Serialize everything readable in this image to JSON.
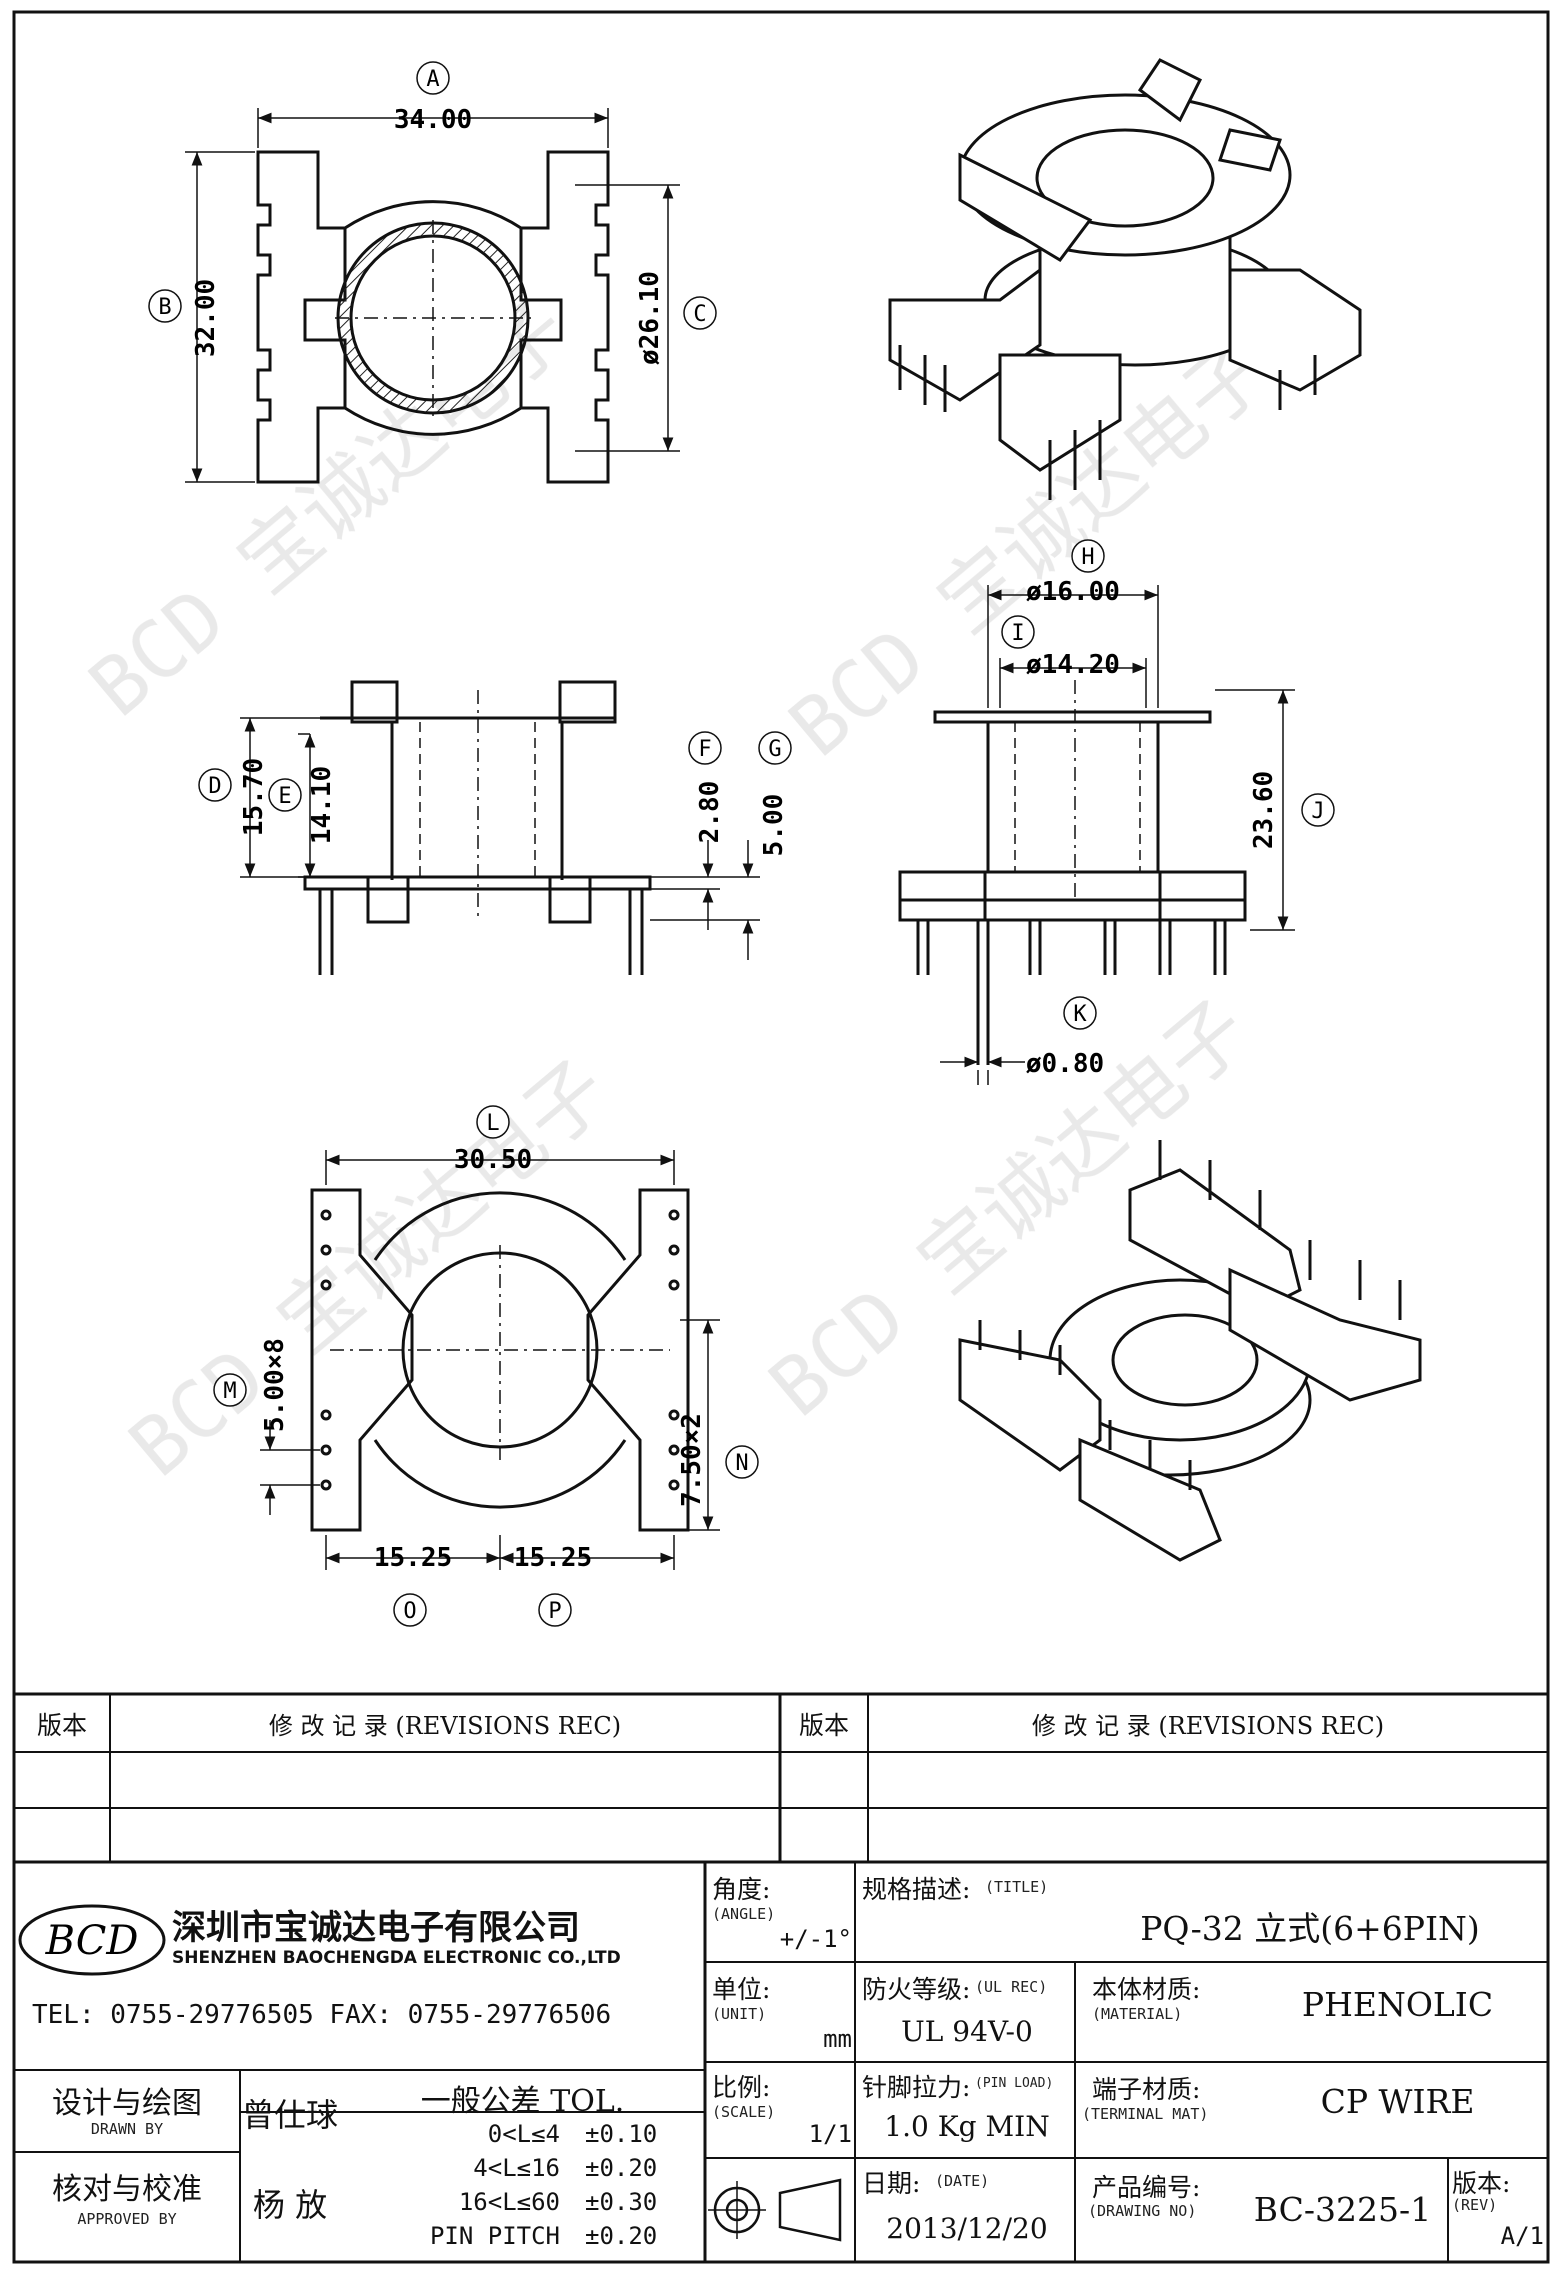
{
  "dimensions": {
    "A": {
      "letter": "A",
      "value": "34.00"
    },
    "B": {
      "letter": "B",
      "value": "32.00"
    },
    "C": {
      "letter": "C",
      "value": "ø26.10"
    },
    "D": {
      "letter": "D",
      "value": "15.70"
    },
    "E": {
      "letter": "E",
      "value": "14.10"
    },
    "F": {
      "letter": "F",
      "value": "2.80"
    },
    "G": {
      "letter": "G",
      "value": "5.00"
    },
    "H": {
      "letter": "H",
      "value": "ø16.00"
    },
    "I": {
      "letter": "I",
      "value": "ø14.20"
    },
    "J": {
      "letter": "J",
      "value": "23.60"
    },
    "K": {
      "letter": "K",
      "value": "ø0.80"
    },
    "L": {
      "letter": "L",
      "value": "30.50"
    },
    "M": {
      "letter": "M",
      "value": "5.00×8"
    },
    "N": {
      "letter": "N",
      "value": "7.50×2"
    },
    "O": {
      "letter": "O",
      "value": "15.25"
    },
    "P": {
      "letter": "P",
      "value": "15.25"
    }
  },
  "watermark": {
    "text": "BCD 宝诚达电子"
  },
  "revisions": {
    "rev_label": "版本",
    "rec_label": "修  改  记  录  (REVISIONS REC)"
  },
  "company": {
    "logo": "BCD",
    "name_cn": "深圳市宝诚达电子有限公司",
    "name_en": "SHENZHEN BAOCHENGDA ELECTRONIC CO.,LTD",
    "contact": "TEL: 0755-29776505  FAX: 0755-29776506"
  },
  "titleblock": {
    "angle_label": "角度:",
    "angle_en": "(ANGLE)",
    "angle_value": "+/-1°",
    "unit_label": "单位:",
    "unit_en": "(UNIT)",
    "unit_value": "mm",
    "scale_label": "比例:",
    "scale_en": "(SCALE)",
    "scale_value": "1/1",
    "title_label": "规格描述:",
    "title_en": "(TITLE)",
    "title_value": "PQ-32 立式(6+6PIN)",
    "ul_label": "防火等级:",
    "ul_en": "(UL REC)",
    "ul_value": "UL 94V-0",
    "material_label": "本体材质:",
    "material_en": "(MATERIAL)",
    "material_value": "PHENOLIC",
    "pinload_label": "针脚拉力:",
    "pinload_en": "(PIN LOAD)",
    "pinload_value": "1.0 Kg MIN",
    "terminal_label": "端子材质:",
    "terminal_en": "(TERMINAL MAT)",
    "terminal_value": "CP WIRE",
    "date_label": "日期:",
    "date_en": "(DATE)",
    "date_value": "2013/12/20",
    "drawno_label": "产品编号:",
    "drawno_en": "(DRAWING NO)",
    "drawno_value": "BC-3225-1",
    "rev_label": "版本:",
    "rev_en": "(REV)",
    "rev_value": "A/1",
    "drawn_label": "设计与绘图",
    "drawn_en": "DRAWN BY",
    "drawn_value": "曾仕球",
    "approved_label": "核对与校准",
    "approved_en": "APPROVED BY",
    "approved_value": "杨  放",
    "tol_title": "一般公差 TOL.",
    "tol_rows": [
      {
        "range": "0<L≤4",
        "tol": "±0.10"
      },
      {
        "range": "4<L≤16",
        "tol": "±0.20"
      },
      {
        "range": "16<L≤60",
        "tol": "±0.30"
      },
      {
        "range": "PIN PITCH",
        "tol": "±0.20"
      }
    ]
  }
}
